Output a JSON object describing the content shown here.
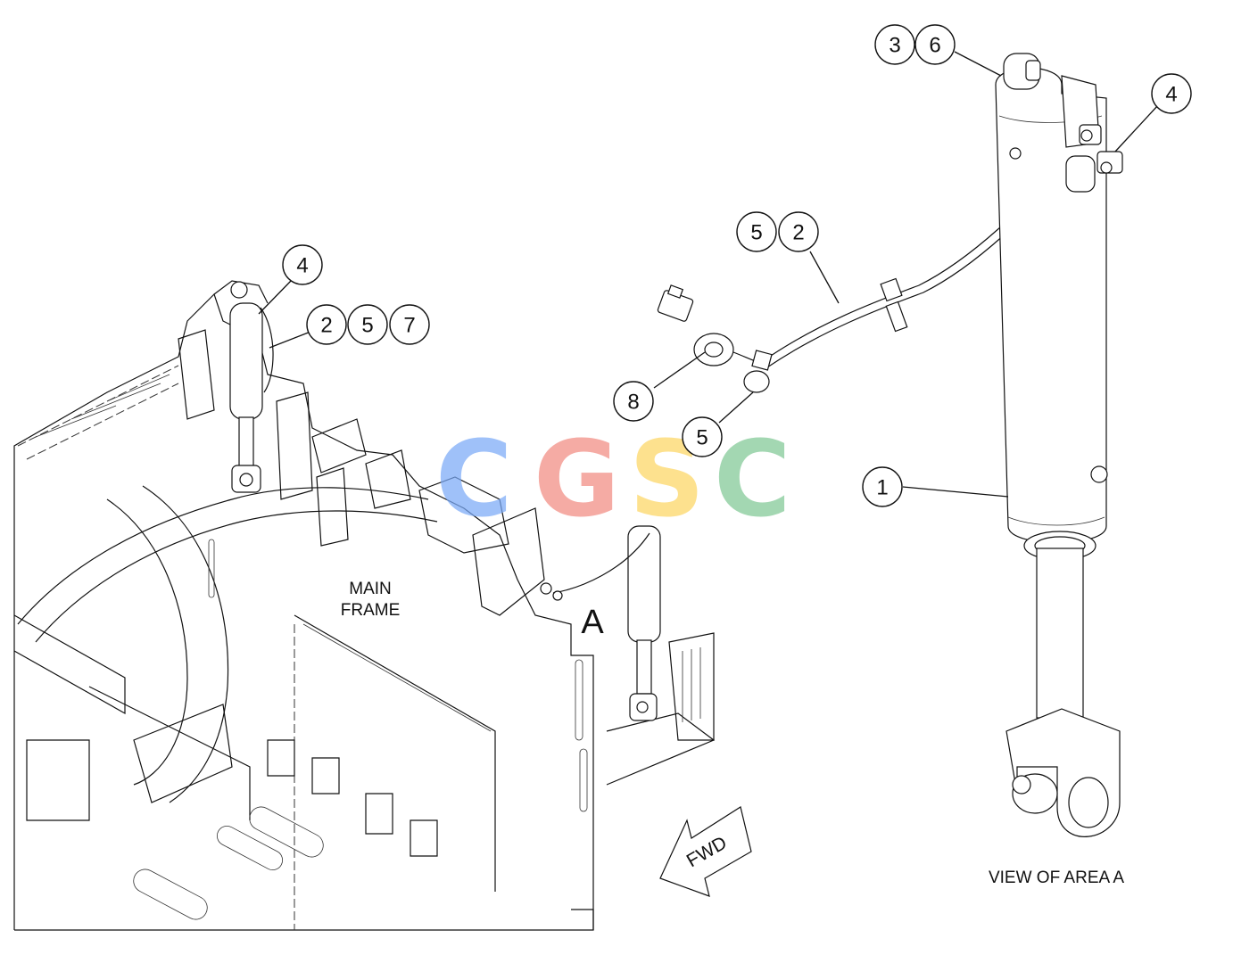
{
  "labels": {
    "main_frame_line1": "MAIN",
    "main_frame_line2": "FRAME",
    "area_letter": "A",
    "fwd": "FWD",
    "view_title": "VIEW OF AREA A"
  },
  "watermark": {
    "letters": [
      "C",
      "G",
      "S",
      "C"
    ],
    "colors": [
      "#7baaf7",
      "#f28b82",
      "#fdd663",
      "#81c995"
    ]
  },
  "callouts": {
    "top_3": "3",
    "top_6": "6",
    "top_right_4": "4",
    "mid_5": "5",
    "mid_2": "2",
    "left_4": "4",
    "left_2": "2",
    "left_5": "5",
    "left_7": "7",
    "grommet_8": "8",
    "clip_5": "5",
    "cyl_1": "1"
  },
  "colors": {
    "line": "#111111",
    "background": "#ffffff"
  }
}
